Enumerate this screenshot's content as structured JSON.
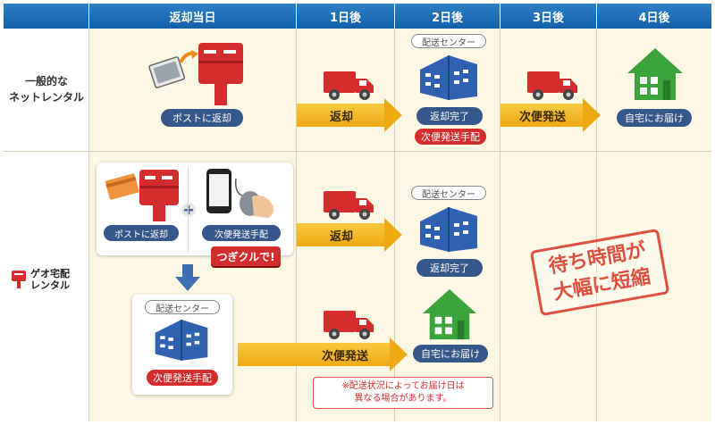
{
  "header": {
    "cols": [
      "返却当日",
      "1日後",
      "2日後",
      "3日後",
      "4日後"
    ]
  },
  "rows": {
    "general": {
      "title_line1": "一般的な",
      "title_line2": "ネットレンタル"
    },
    "geo": {
      "logo_line1": "ゲオ宅配",
      "logo_line2": "レンタル"
    }
  },
  "general": {
    "return_post": "ポストに返却",
    "arrow_return": "返却",
    "center_label": "配送センター",
    "return_done": "返却完了",
    "next_arrange": "次便発送手配",
    "arrow_next": "次便発送",
    "home_delivery": "自宅にお届け"
  },
  "geo": {
    "return_post": "ポストに返却",
    "next_arrange": "次便発送手配",
    "callout": "つぎクルで!",
    "arrow_return": "返却",
    "center_label_top": "配送センター",
    "return_done": "返却完了",
    "center_label_bottom": "配送センター",
    "next_arrange_bottom": "次便発送手配",
    "arrow_next": "次便発送",
    "home_delivery": "自宅にお届け",
    "note_line1": "※配送状況によってお届け日は",
    "note_line2": "異なる場合があります。",
    "stamp_line1": "待ち時間が",
    "stamp_line2": "大幅に短縮"
  },
  "colors": {
    "header": "#1d6cb5",
    "truck": "#d52d2d",
    "building": "#2f62b0",
    "house": "#3aa43a",
    "arrow": "#f2b523",
    "pill_blue": "#34578c",
    "pill_red": "#d52d2d"
  }
}
